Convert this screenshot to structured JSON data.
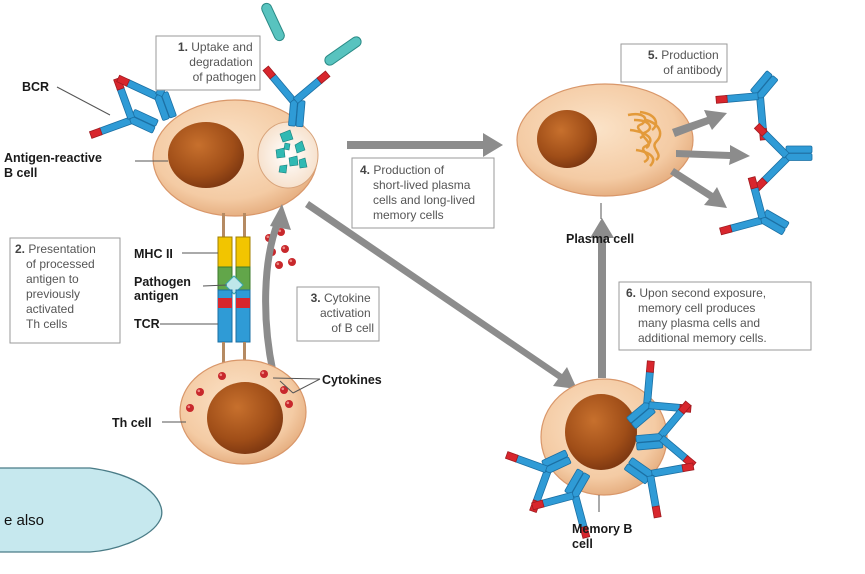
{
  "labels": {
    "bcr": "BCR",
    "antigen_reactive_1": "Antigen-reactive",
    "antigen_reactive_2": "B cell",
    "mhc": "MHC II",
    "pathogen_antigen_1": "Pathogen",
    "pathogen_antigen_2": "antigen",
    "tcr": "TCR",
    "th_cell": "Th cell",
    "cytokines": "Cytokines",
    "plasma_cell": "Plasma cell",
    "memory_b_1": "Memory B",
    "memory_b_2": "cell"
  },
  "steps": {
    "s1": {
      "num": "1.",
      "lines": [
        "Uptake and",
        "degradation",
        "of pathogen"
      ]
    },
    "s2": {
      "num": "2.",
      "lines": [
        "Presentation",
        "of processed",
        "antigen to",
        "previously",
        "activated",
        "Th cells"
      ]
    },
    "s3": {
      "num": "3.",
      "lines": [
        "Cytokine",
        "activation",
        "of B cell"
      ]
    },
    "s4": {
      "num": "4.",
      "lines": [
        "Production of",
        "short-lived plasma",
        "cells and long-lived",
        "memory cells"
      ]
    },
    "s5": {
      "num": "5.",
      "lines": [
        "Production",
        "of antibody"
      ]
    },
    "s6": {
      "num": "6.",
      "lines": [
        "Upon second exposure,",
        "memory cell produces",
        "many plasma cells and",
        "additional memory cells."
      ]
    }
  },
  "callout": {
    "text": "e also"
  },
  "colors": {
    "antibody_blue": "#2f9bd6",
    "antibody_red": "#d8262d",
    "cell_body": "#f6d2b0",
    "nucleus": "#a55219",
    "mhc_yellow": "#f2c500",
    "antigen_green": "#62a64a",
    "arrow_gray": "#8c8c8c",
    "callout_fill": "#c6e8ee"
  }
}
